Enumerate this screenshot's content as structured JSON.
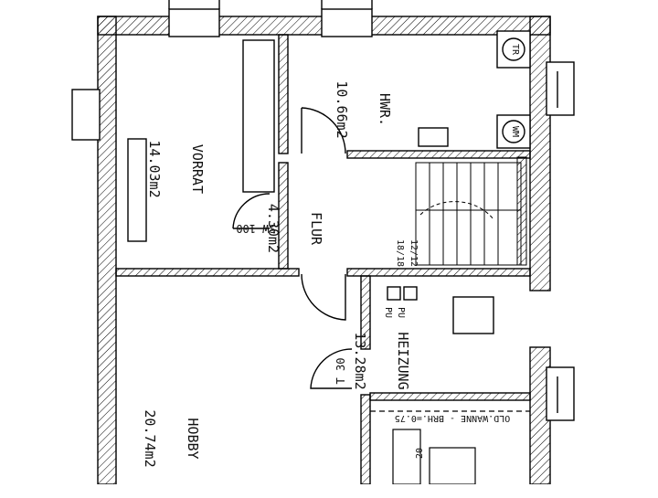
{
  "rooms": {
    "vorrat": {
      "name": "VORRAT",
      "area": "14.03m2"
    },
    "hwr": {
      "name": "HWR.",
      "area": "10.66m2"
    },
    "flur": {
      "name": "FLUR",
      "area": "4.30m2"
    },
    "heizung": {
      "name": "HEIZUNG",
      "area": "13.28m2"
    },
    "hobby": {
      "name": "HOBBY",
      "area": "20.74m2"
    }
  },
  "annotations": {
    "sw_door": "SW 100",
    "t30_door": "T 30",
    "oel_tank": "OLD.WANNE - BRH.=0.75",
    "stair_label_1": "18/18",
    "stair_label_2": "12/12",
    "pu_1": "PU",
    "pu_2": "PU",
    "tank_number": "20",
    "tr_symbol": "TR",
    "wm_symbol": "WM"
  }
}
